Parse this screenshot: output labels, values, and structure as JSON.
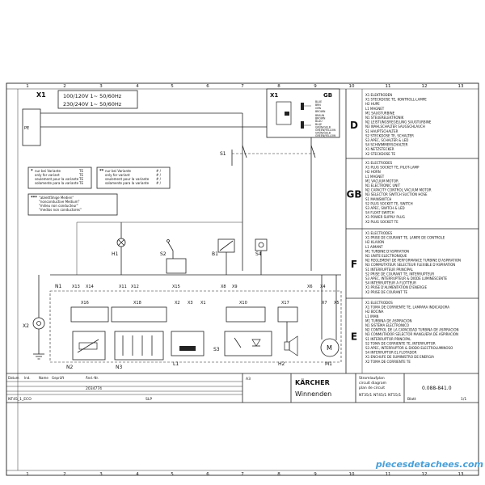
{
  "columns": [
    "1",
    "2",
    "3",
    "4",
    "5",
    "6",
    "7",
    "8",
    "9",
    "10",
    "11",
    "12",
    "13"
  ],
  "supply": {
    "ref": "X1",
    "line1": "100/120V 1~ 50/60Hz",
    "line2": "230/240V 1~ 50/60Hz",
    "pe": "PE"
  },
  "variant_notes": {
    "single": [
      "nur bei Variante",
      "only for variant",
      "seulement pour la variante",
      "solamente para la variante"
    ],
    "single_code": [
      "TE",
      "TE",
      "TE",
      "TE"
    ],
    "double": [
      "nur bei Variante",
      "only for variant",
      "seulement pour la variante",
      "solamente para la variante"
    ],
    "double_code": [
      "# /",
      "# /",
      "# /",
      "# /"
    ],
    "triple": [
      "\"ableitfähige Medien\"",
      "\"nonconductive Medium\"",
      "\"milieu non conducteur\"",
      "\"medios non conductores\""
    ]
  },
  "inset": {
    "ref": "X1",
    "gb": "GB",
    "wire_colors_gb": [
      "BLUE",
      "BRN",
      "GRN",
      "BROWN"
    ],
    "wire_colors_d": [
      "BRAUN",
      "BROWN",
      "BLAU",
      "BLUE",
      "GRÜN/GELB",
      "GREEN/YELLOW",
      "GRÜN/GELB",
      "GREEN/YELLOW"
    ]
  },
  "components": {
    "S1": "S1",
    "H1": "H1",
    "S2": "S2",
    "B1": "B1",
    "S4": "S4",
    "N1": "N1",
    "X2": "X2",
    "N2": "N2",
    "N3": "N3",
    "L1": "L1",
    "S3": "S3",
    "H2": "H2",
    "M1": "M1",
    "M1_symbol": "M",
    "X15": "X15",
    "X16": "X16",
    "X18": "X18",
    "X10": "X10",
    "X17": "X17",
    "X13": "X13",
    "X14": "X14",
    "X11": "X11",
    "X12": "X12",
    "X8": "X8",
    "X9": "X9",
    "X6": "X6",
    "X4": "X4",
    "X2b": "X2",
    "X3": "X3",
    "X1b": "X1",
    "X7": "X7",
    "X5": "X5"
  },
  "legend": [
    {
      "lang": "D",
      "items": [
        "X1 ELEKTRODEN",
        "X1 STECKDOSE TE, KONTROLL-LAMPE",
        "H2 HUPE",
        "L1 MAGNET",
        "M1 SAUGTURBINE",
        "N1 STEUERELEKTRONIK",
        "N2 LEISTUNGSREGELUNG SAUGTURBINE",
        "N3 WAHLSCHALTER SAUGSCHLAUCH",
        "S1 HAUPTSCHALTER",
        "S2 STECKDOSE TE, SCHALTER",
        "S3 APEC, SCHALTER & LED",
        "S4 SCHWIMMERSCHALTER",
        "X1 NETZSTECKER",
        "X2 STECKDOSE TE"
      ]
    },
    {
      "lang": "GB",
      "items": [
        "X1 ELECTRODES",
        "X1 PLUG SOCKET TE, PILOT-LAMP",
        "H2 HORN",
        "L1 MAGNET",
        "M1 VACUUM MOTOR",
        "N1 ELECTRONIC UNIT",
        "N2 CAPACITY CONTROL VACUUM MOTOR",
        "N3 SELECTOR SWITCH SUCTION HOSE",
        "S1 MAINSWITCH",
        "S2 PLUG SOCKET TE, SWITCH",
        "S3 APEC, SWITCH & LED",
        "S4 FLOAT SWITCH",
        "X1 POWER SUPPLY PLUG",
        "X2 PLUG SOCKET TE"
      ]
    },
    {
      "lang": "F",
      "items": [
        "X1 ELECTRODES",
        "X1 PRISE DE COURANT TE, LAMPE DE CONTROLE",
        "H2 KLAXON",
        "L1 AIMANT",
        "M1 TURBINE D'ASPIRATION",
        "N1 UNITE ELECTRONIQUE",
        "N2 REGLEMENT DE PERFORMANCE TURBINE D'ASPIRATION",
        "N3 COMMUTATEUR SELECTEUR FLEXIBLE D'ASPIRATION",
        "S1 INTERRUPTEUR PRINCIPAL",
        "S2 PRISE DE COURANT TE, INTERRUPTEUR",
        "S3 APEC, INTERRUPTEUR & DIODE LUMINESCENTE",
        "S4 INTERRUPTEUR A FLOTTEUR",
        "X1 PRISE D'ALIMENTATION D'ENERGIE",
        "X2 PRISE DE COURANT TE"
      ]
    },
    {
      "lang": "E",
      "items": [
        "X1 ELECTRODOS",
        "X1 TOMA DE CORRIENTE TE, LAMPARA INDICADORA",
        "H2 BOCINA",
        "L1 IMAN",
        "M1 TURBINA DE ASPIRACION",
        "N1 SISTEMA ELECTRONICO",
        "N2 CONTROL DE LA CAPACIDAD TURBINA DE ASPIRACION",
        "N3 CONMUTADOR SELECTOR MANGUERA DE ASPIRACION",
        "S1 INTERRUPTOR PRINCIPAL",
        "S2 TOMA DE CORRIENTE TE, INTERRUPTOR",
        "S3 APEC, INTERRUPTOR & DIODO ELECTROLUMINOSO",
        "S4 INTERRUPTOR EL FLOTADOR",
        "X1 ENCHUFE DE SUMINISTRO DE ENERGIA",
        "X2 TOMA DE CORRIENTE TE"
      ]
    }
  ],
  "title_block": {
    "headers": [
      "Datum",
      "Ind.",
      "Name",
      "Geprüft",
      "Änd.-Nr."
    ],
    "drawing_number": "0.088-841.0",
    "change_no": "2034774",
    "file": "NT45_1_ECO",
    "type_names": [
      "NT35/1",
      "NT45/1",
      "NT55/1"
    ],
    "company": "KÄRCHER",
    "city": "Winnenden",
    "doc_type": "Stromlaufplan",
    "doc_type_en": "circuit diagram",
    "doc_type_fr": "plan de circuit",
    "sheet_label": "Blatt",
    "sheet": "1/1",
    "format": "SLP",
    "scale": "A3"
  },
  "watermark": "piecesdetachees.com",
  "icons": [
    "ground-icon",
    "lamp-icon",
    "switch-icon",
    "motor-icon",
    "horn-icon",
    "coil-icon",
    "float-switch-icon",
    "socket-icon"
  ],
  "colors": {
    "line": "#222222",
    "paper": "#ffffff",
    "watermark": "#4aa0d8"
  }
}
